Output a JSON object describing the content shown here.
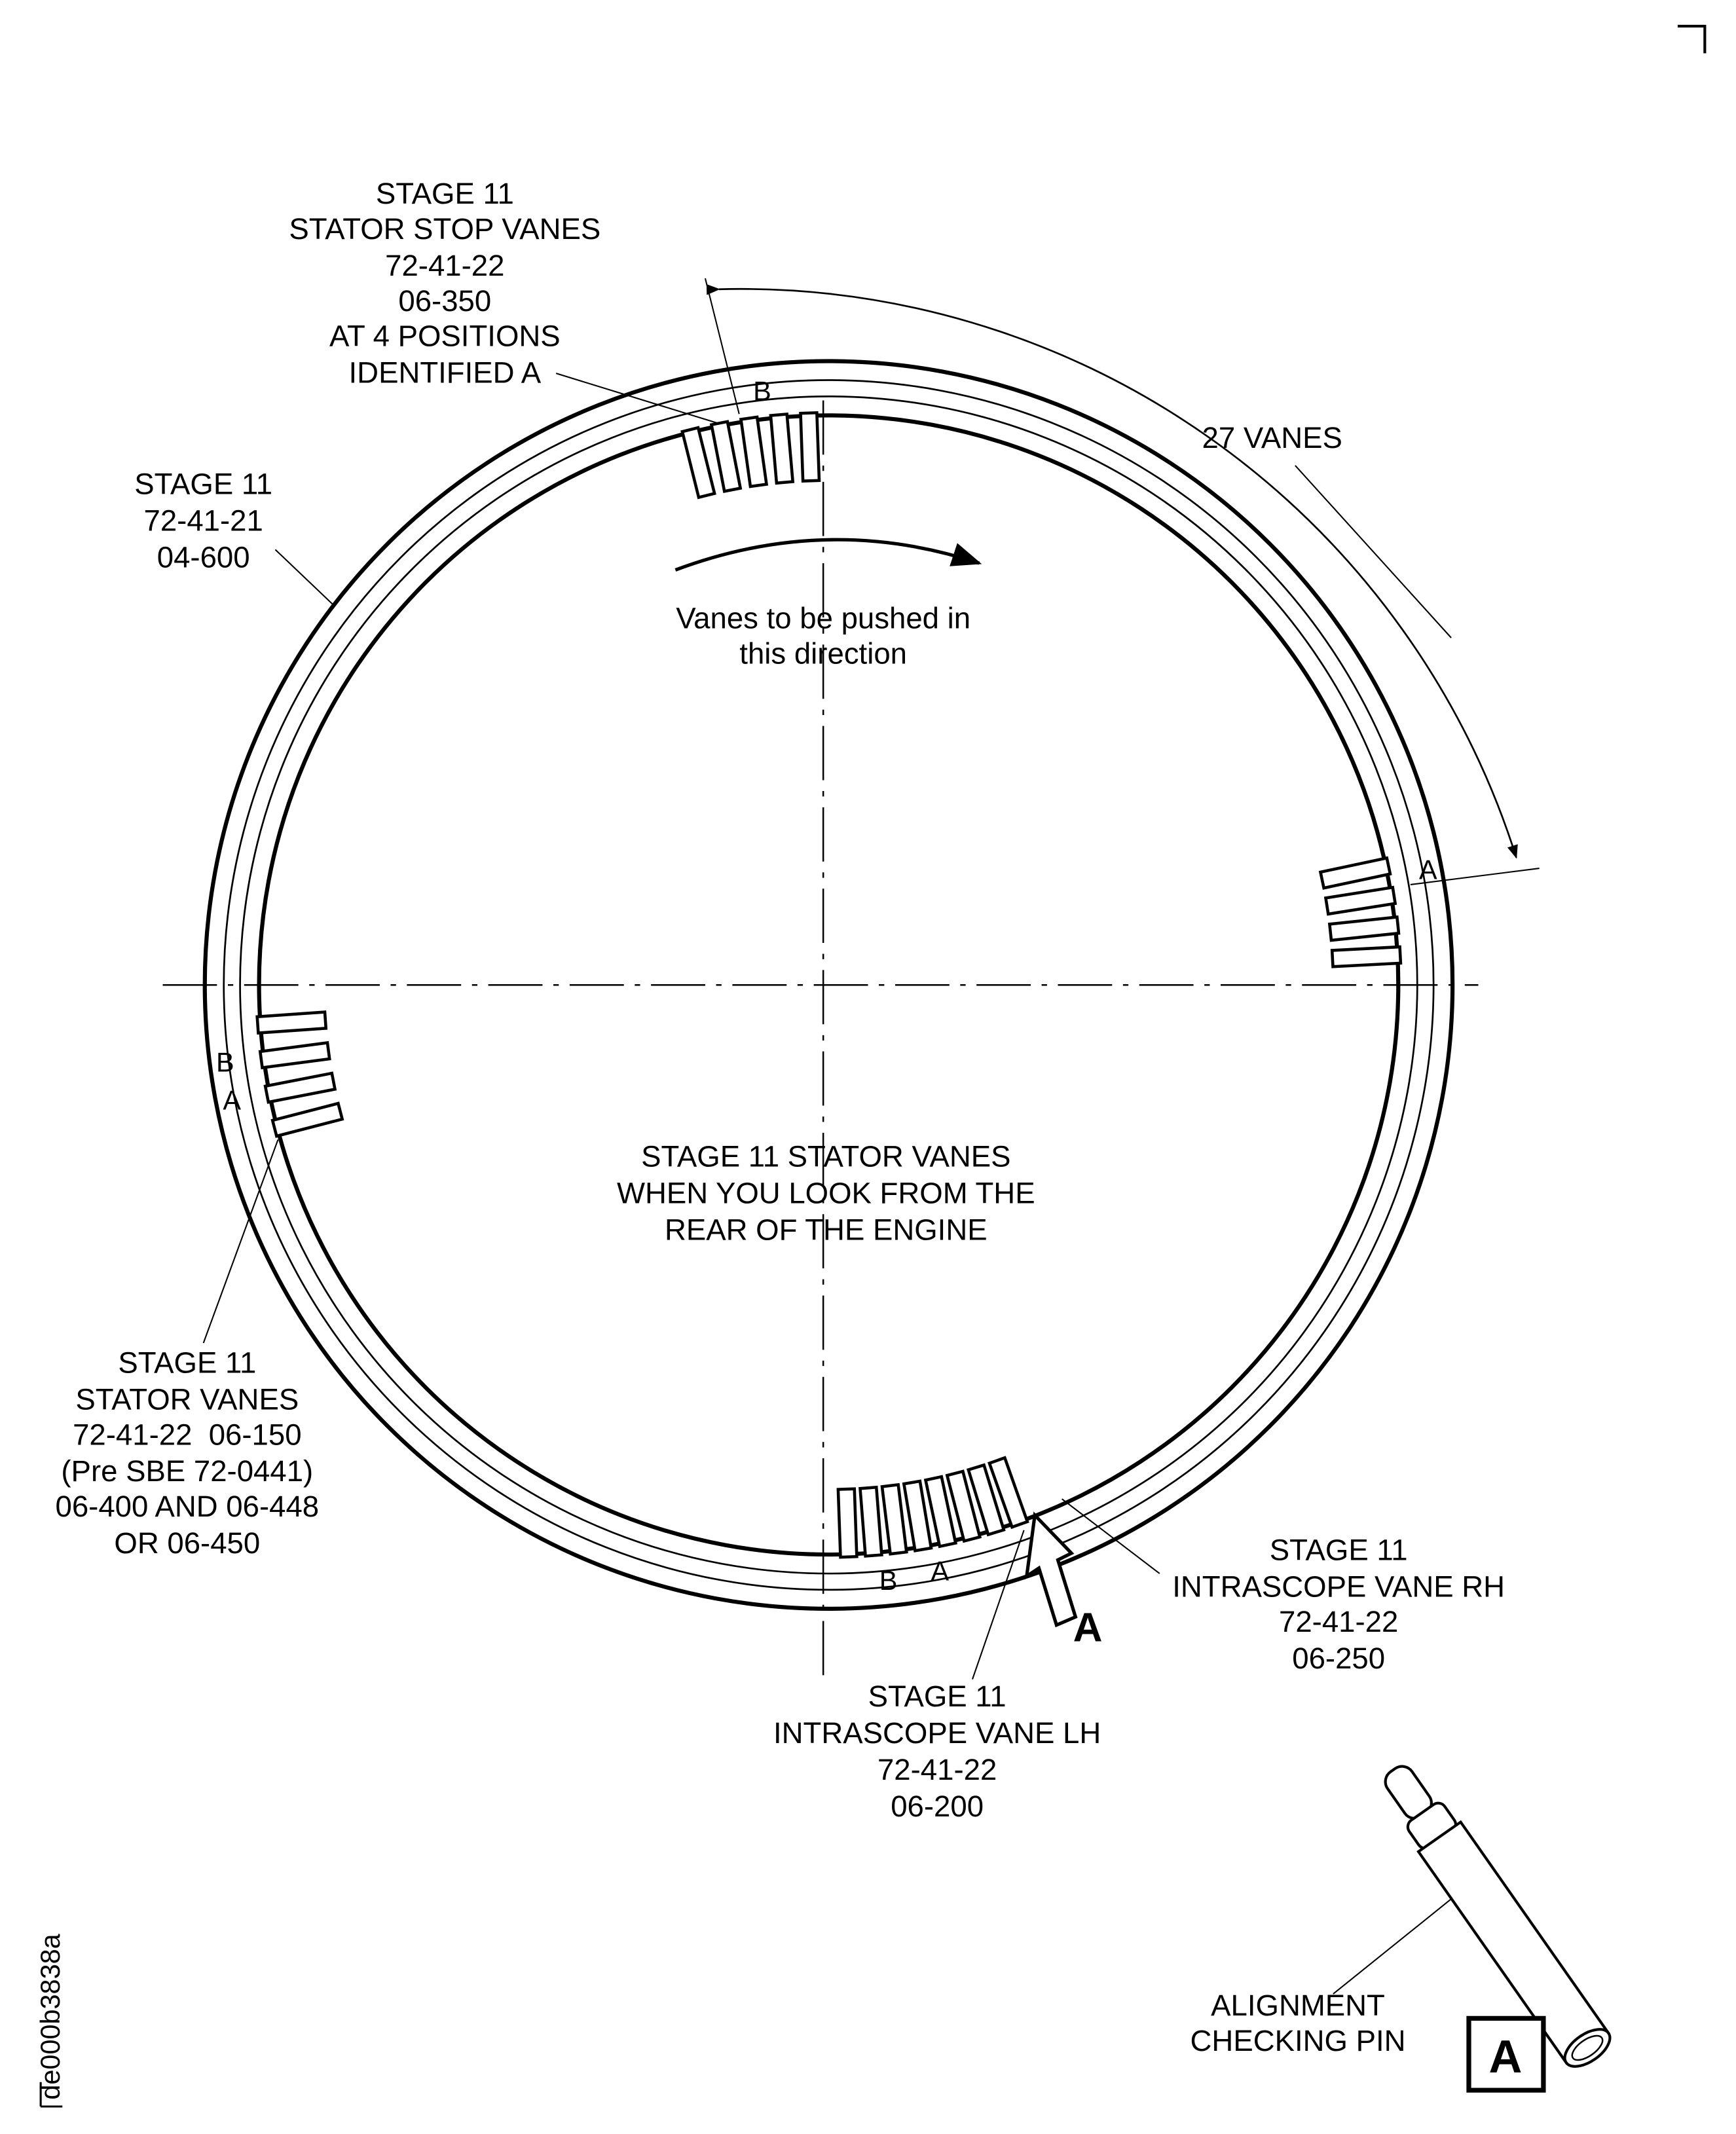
{
  "document_id": "de000b3838a",
  "title_block": {
    "lines": [
      "STAGE 11 STATOR VANES",
      "WHEN YOU LOOK FROM THE",
      "REAR OF THE ENGINE"
    ]
  },
  "labels": {
    "stop_vanes": [
      "STAGE 11",
      "STATOR STOP VANES",
      "72-41-22",
      "06-350",
      "AT 4 POSITIONS",
      "IDENTIFIED A"
    ],
    "casing": [
      "STAGE 11",
      "72-41-21",
      "04-600"
    ],
    "vane_count": "27 VANES",
    "push_direction": [
      "Vanes to be pushed in",
      "this direction"
    ],
    "stator_vanes": [
      "STAGE 11",
      "STATOR VANES",
      "72-41-22  06-150",
      "(Pre SBE 72-0441)",
      "06-400 AND 06-448",
      "OR 06-450"
    ],
    "intrascope_rh": [
      "STAGE 11",
      "INTRASCOPE VANE RH",
      "72-41-22",
      "06-250"
    ],
    "intrascope_lh": [
      "STAGE 11",
      "INTRASCOPE VANE LH",
      "72-41-22",
      "06-200"
    ],
    "view_arrow": "A",
    "alignment_pin": [
      "ALIGNMENT",
      "CHECKING PIN"
    ],
    "view_box_label": "A"
  },
  "ring_marks": {
    "top_b": "B",
    "right_a": "A",
    "left_b": "B",
    "left_a": "A",
    "bottom_b": "B",
    "bottom_a": "A"
  }
}
